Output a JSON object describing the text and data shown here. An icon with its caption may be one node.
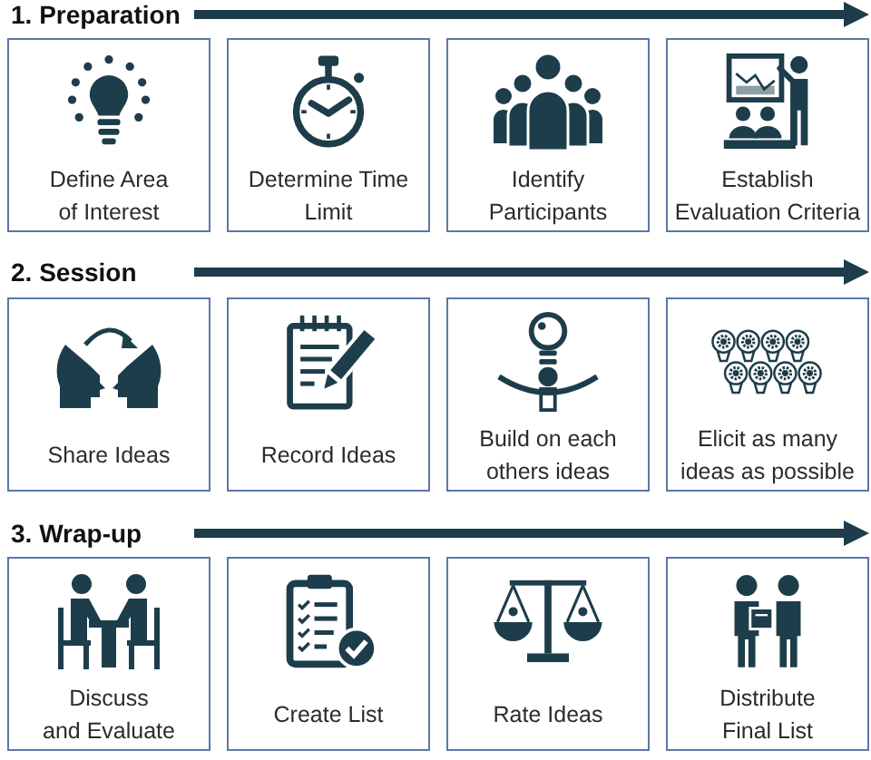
{
  "diagram": {
    "nodes": [
      {
        "text": [
          "Define Area of Interest"
        ]
      },
      {
        "text": [
          "Determine Time Limit"
        ]
      },
      {
        "text": [
          "Identify Participants"
        ]
      },
      {
        "text": [
          "Establish Evaluation Criteria"
        ]
      },
      {
        "text": [
          "Share Ideas"
        ]
      },
      {
        "text": [
          "Record Ideas"
        ]
      },
      {
        "text": [
          "Build on each others ideas"
        ]
      },
      {
        "text": [
          "Elicit as many ideas as possible"
        ]
      },
      {
        "text": [
          "Discuss and Evaluate"
        ]
      },
      {
        "text": [
          "Create List"
        ]
      },
      {
        "text": [
          "Rate Ideas"
        ]
      },
      {
        "text": [
          "Distribute Final List"
        ]
      }
    ],
    "labels": [
      "1. Preparation",
      "2. Session",
      "3. Wrap-up"
    ]
  }
}
